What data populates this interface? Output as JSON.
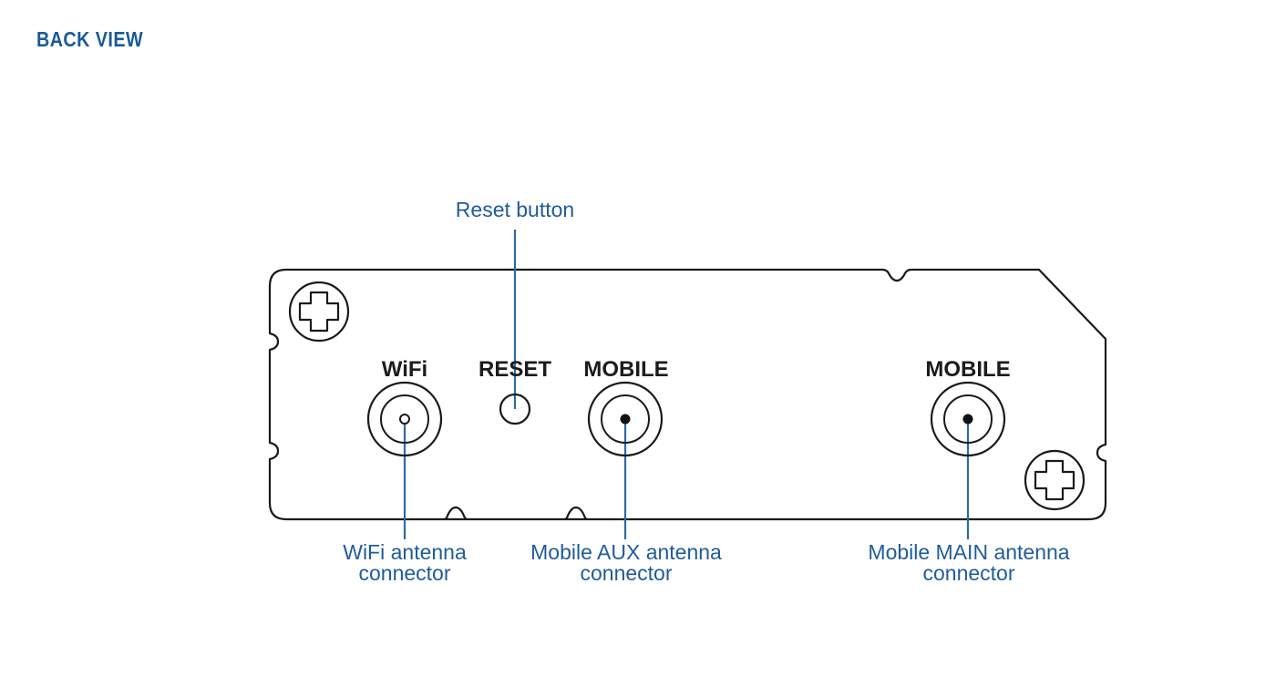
{
  "page": {
    "section_title": "BACK VIEW",
    "background_color": "#ffffff"
  },
  "colors": {
    "title_blue": "#1a5a99",
    "callout_blue": "#1f5c9b",
    "leader_blue": "#2a6ca6",
    "outline_black": "#1a1a1a",
    "port_label_black": "#1c1c1c"
  },
  "device": {
    "name": "router-back-panel",
    "ports": [
      {
        "id": "wifi",
        "label": "WiFi",
        "center_type": "hollow"
      },
      {
        "id": "reset",
        "label": "RESET",
        "center_type": "none"
      },
      {
        "id": "mobile-aux",
        "label": "MOBILE",
        "center_type": "filled"
      },
      {
        "id": "mobile-main",
        "label": "MOBILE",
        "center_type": "filled"
      }
    ]
  },
  "callouts": {
    "reset": {
      "line1": "Reset button",
      "line2": ""
    },
    "wifi": {
      "line1": "WiFi antenna",
      "line2": "connector"
    },
    "mobile_aux": {
      "line1": "Mobile AUX antenna",
      "line2": "connector"
    },
    "mobile_main": {
      "line1": "Mobile MAIN antenna",
      "line2": "connector"
    }
  }
}
